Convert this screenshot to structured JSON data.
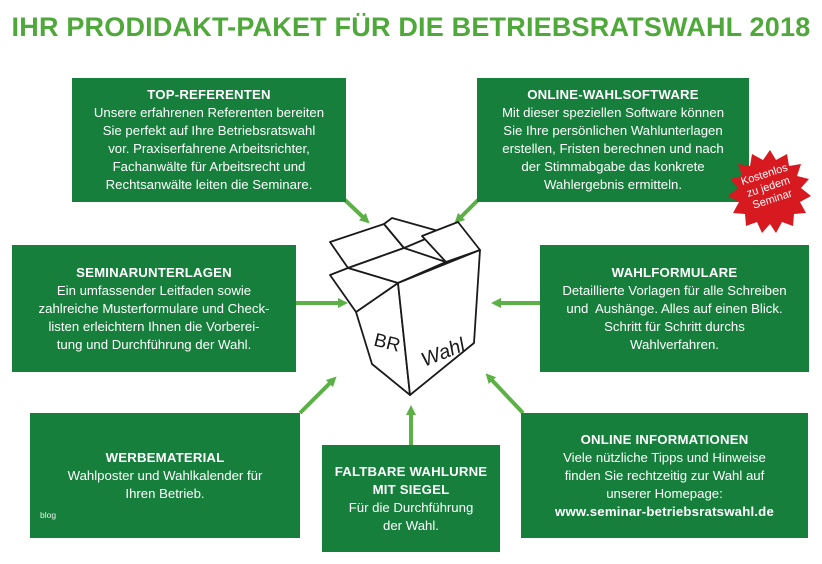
{
  "title": "IHR PRODIDAKT-PAKET FÜR DIE BETRIEBSRATSWAHL 2018",
  "colors": {
    "title_green": "#4fa83a",
    "box_green": "#167f3c",
    "arrow_green": "#5bb046",
    "badge_red": "#d71920"
  },
  "top_referenten": {
    "heading": "TOP-REFERENTEN",
    "lines": [
      "Unsere erfahrenen Referenten bereiten",
      "Sie perfekt auf Ihre Betriebsratswahl",
      "vor. Praxiserfahrene Arbeitsrichter,",
      "Fachanwälte für Arbeitsrecht und",
      "Rechtsanwälte leiten die Seminare."
    ]
  },
  "online_wahlsoftware": {
    "heading": "ONLINE-WAHLSOFTWARE",
    "lines": [
      "Mit dieser speziellen Software können",
      "Sie Ihre persönlichen Wahlunterlagen",
      "erstellen, Fristen berechnen und nach",
      "der Stimmabgabe das konkrete",
      "Wahlergebnis ermitteln."
    ]
  },
  "badge": {
    "lines": [
      "Kostenlos",
      "zu jedem",
      "Seminar"
    ]
  },
  "seminarunterlagen": {
    "heading": "SEMINARUNTERLAGEN",
    "lines": [
      "Ein umfassender Leitfaden sowie",
      "zahlreiche Musterformulare und Check-",
      "listen erleichtern Ihnen die Vorberei-",
      "tung und Durchführung der Wahl."
    ]
  },
  "wahlformulare": {
    "heading": "WAHLFORMULARE",
    "lines": [
      "Detaillierte Vorlagen für alle Schreiben",
      "und  Aushänge. Alles auf einen Blick.",
      "Schritt für Schritt durchs",
      "Wahlverfahren."
    ]
  },
  "werbematerial": {
    "heading": "WERBEMATERIAL",
    "lines": [
      "Wahlposter und Wahlkalender für",
      "Ihren Betrieb."
    ],
    "tag": "blog"
  },
  "faltbare_wahlurne": {
    "heading_lines": [
      "FALTBARE WAHLURNE",
      "MIT SIEGEL"
    ],
    "lines": [
      "Für die Durchführung",
      "der Wahl."
    ]
  },
  "online_informationen": {
    "heading": "ONLINE INFORMATIONEN",
    "lines": [
      "Viele nützliche Tipps und Hinweise",
      "finden Sie rechtzeitig zur Wahl auf",
      "unserer Homepage:"
    ],
    "url": "www.seminar-betriebsratswahl.de"
  },
  "box_labels": {
    "left": "BR",
    "right": "Wahl"
  }
}
